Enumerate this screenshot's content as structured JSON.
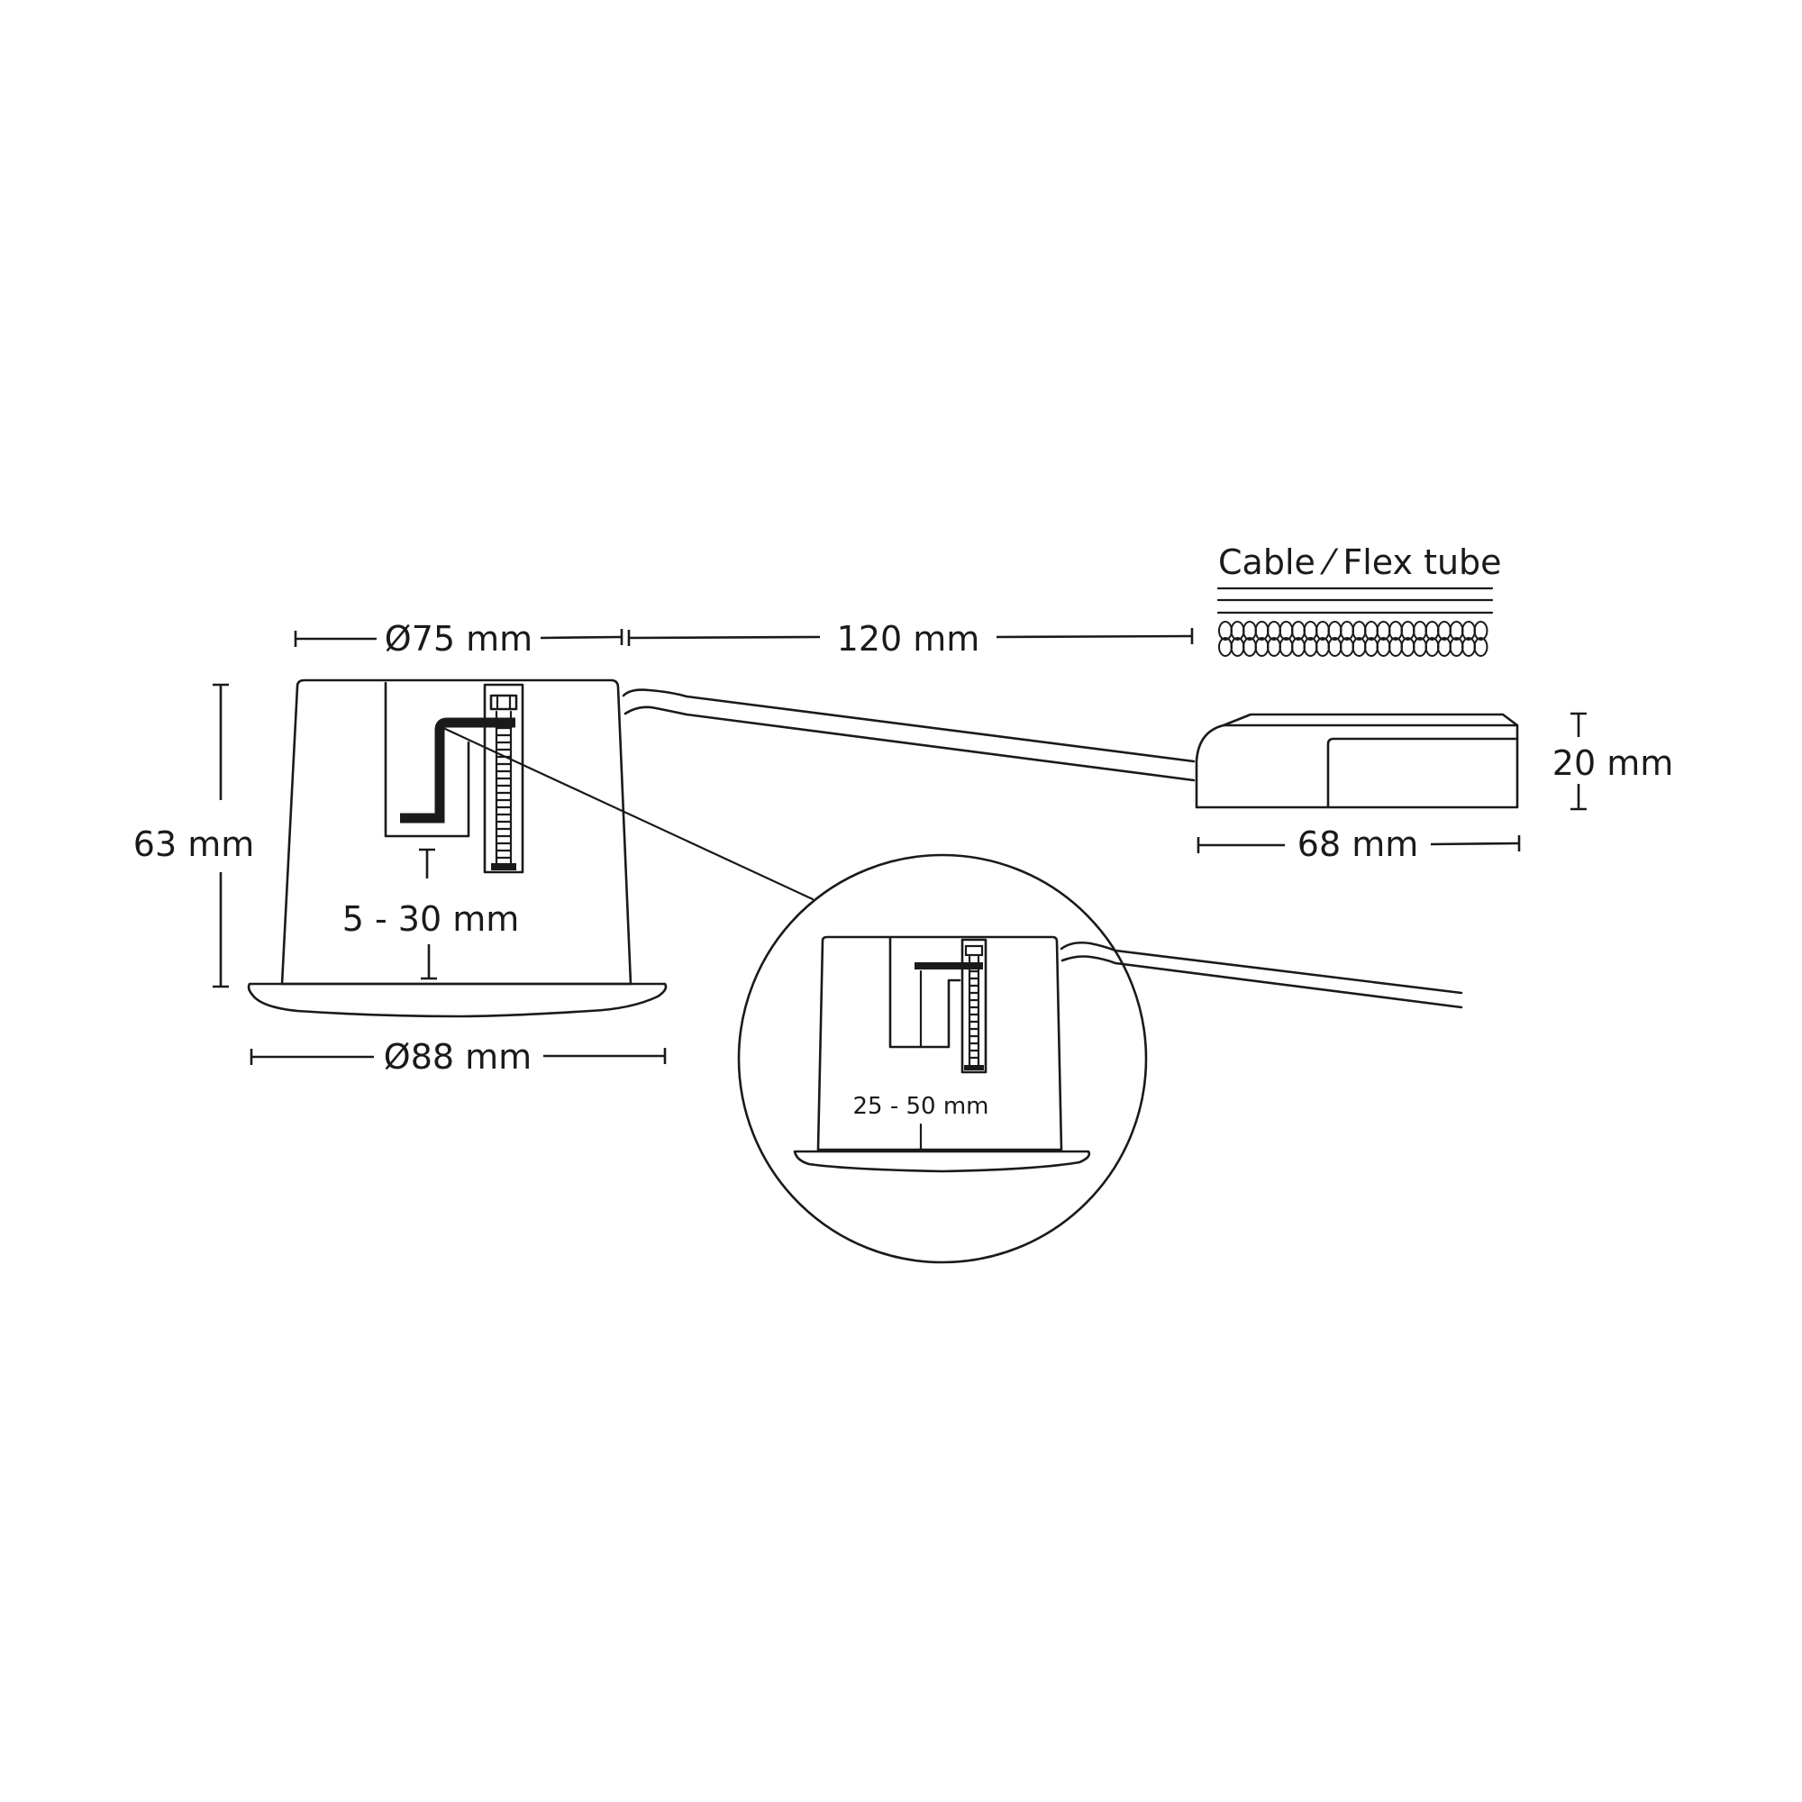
{
  "labels": {
    "inner_diameter": "Ø75 mm",
    "cable_length": "120 mm",
    "cable_flex_title": "Cable ⁄ Flex tube",
    "height": "63 mm",
    "clamp_range": "5 - 30 mm",
    "outer_diameter": "Ø88 mm",
    "driver_height": "20 mm",
    "driver_width": "68 mm",
    "detail_clamp_range": "25 - 50 mm"
  }
}
